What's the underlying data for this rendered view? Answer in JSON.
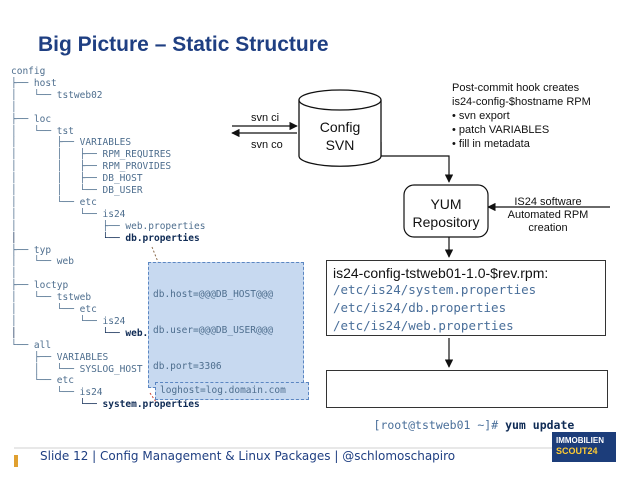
{
  "title": "Big Picture – Static Structure",
  "tree": [
    {
      "text": "config",
      "bold": false
    },
    {
      "text": "├── host",
      "bold": false
    },
    {
      "text": "│   └── tstweb02",
      "bold": false
    },
    {
      "text": "│",
      "bold": false
    },
    {
      "text": "├── loc",
      "bold": false
    },
    {
      "text": "│   └── tst",
      "bold": false
    },
    {
      "text": "│       ├── VARIABLES",
      "bold": false
    },
    {
      "text": "│       │   ├── RPM_REQUIRES",
      "bold": false
    },
    {
      "text": "│       │   ├── RPM_PROVIDES",
      "bold": false
    },
    {
      "text": "│       │   ├── DB_HOST",
      "bold": false
    },
    {
      "text": "│       │   └── DB_USER",
      "bold": false
    },
    {
      "text": "│       └── etc",
      "bold": false
    },
    {
      "text": "│           └── is24",
      "bold": false
    },
    {
      "text": "│               ├── web.properties",
      "bold": false
    },
    {
      "text": "│               └── db.properties",
      "bold": true
    },
    {
      "text": "├── typ",
      "bold": false
    },
    {
      "text": "│   └── web",
      "bold": false
    },
    {
      "text": "│",
      "bold": false
    },
    {
      "text": "├── loctyp",
      "bold": false
    },
    {
      "text": "│   └── tstweb",
      "bold": false
    },
    {
      "text": "│       └── etc",
      "bold": false
    },
    {
      "text": "│           └── is24",
      "bold": false
    },
    {
      "text": "│               └── web.properties",
      "bold": true
    },
    {
      "text": "└── all",
      "bold": false
    },
    {
      "text": "    ├── VARIABLES",
      "bold": false
    },
    {
      "text": "    │   └── SYSLOG_HOST",
      "bold": false
    },
    {
      "text": "    └── etc",
      "bold": false
    },
    {
      "text": "        └── is24",
      "bold": false
    },
    {
      "text": "            └── system.properties",
      "bold": true
    }
  ],
  "db_box": [
    "db.host=@@@DB_HOST@@@",
    "db.user=@@@DB_USER@@@",
    "db.port=3306"
  ],
  "loghost_box": "loghost=log.domain.com",
  "svn": {
    "ci_label": "svn ci",
    "co_label": "svn co",
    "line1": "Config",
    "line2": "SVN"
  },
  "post_commit": {
    "heading1": "Post-commit hook creates",
    "heading2": "is24-config-$hostname RPM",
    "bullets": [
      "• svn export",
      "• patch VARIABLES",
      "• fill in metadata"
    ]
  },
  "yum": {
    "line1": "YUM",
    "line2": "Repository"
  },
  "is24_software": {
    "line1": "IS24 software",
    "line2": "Automated RPM",
    "line3": "creation"
  },
  "rpm": {
    "title": "is24-config-tstweb01-1.0-$rev.rpm:",
    "files": [
      "/etc/is24/system.properties",
      "/etc/is24/db.properties",
      "/etc/is24/web.properties"
    ]
  },
  "command": {
    "prompt": "[root@tstweb01 ~]# ",
    "cmd": "yum update"
  },
  "footer": {
    "text": "Slide 12  |  Config Management & Linux Packages  | @schlomoschapiro"
  },
  "logo": {
    "line1": "IMMOBILIEN",
    "line2": "SCOUT24"
  },
  "colors": {
    "title": "#1f3f82",
    "accent": "#e0a030",
    "mono": "#4e6e8e",
    "db_box": "#c7d9f0",
    "logo_bg": "#1c3d7a"
  }
}
